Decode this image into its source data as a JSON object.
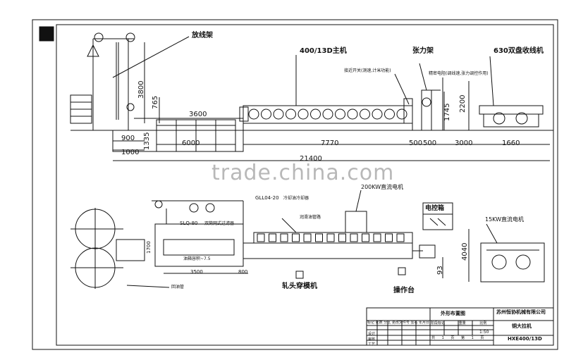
{
  "labels": {
    "payoff_stand": "放线架",
    "main_machine": "400/13D主机",
    "tension_frame": "张力架",
    "take_up": "630双盘收线机",
    "switches_note": "接近开关(测速,计米功能)",
    "dancer_note": "精密电阻(调线速,张力调控作用)",
    "motor_200kw": "200KW直流电机",
    "control_cabinet": "电控箱",
    "motor_15kw": "15KW直流电机",
    "pointing_machine": "轧头穿模机",
    "console": "操作台",
    "gll_filter": "GLL04-20",
    "gll_note": "冷却油冷却器",
    "slq_filter": "SLQ-80",
    "slq_note": "双筒网式过滤器",
    "lube_note": "润滑油管路",
    "tank_note": "油箱容积~7.5",
    "return_note": "回油管"
  },
  "dims": {
    "d3800": "3800",
    "d765": "765",
    "d3600": "3600",
    "d900": "900",
    "d1335": "1335",
    "d1000": "1000",
    "d6000": "6000",
    "d7770": "7770",
    "d500a": "500",
    "d500b": "500",
    "d1745": "1745",
    "d2200": "2200",
    "d3000": "3000",
    "d1660": "1660",
    "d21400": "21400",
    "d1700": "1700",
    "d3500": "3500",
    "d800": "800",
    "d4040": "4040",
    "d93": "93"
  },
  "title_block": {
    "drawing_name": "外形布置图",
    "company": "苏州恒协机械有限公司",
    "product": "铜大拉机",
    "model": "HXE400/13D",
    "scale": "1:50",
    "sheet_label_total": "共",
    "sheet_total": "1",
    "sheet_label_page": "页",
    "sheet_label_num": "第",
    "sheet_num": "1",
    "sheet_label_page2": "页",
    "row_labels": [
      "标记",
      "处数",
      "分区",
      "更改文件号",
      "签名",
      "年月日"
    ],
    "role_labels": [
      "设计",
      "审核",
      "工艺"
    ],
    "col_labels": [
      "阶段标记",
      "重量",
      "比例"
    ]
  },
  "watermark": "trade.china.com"
}
